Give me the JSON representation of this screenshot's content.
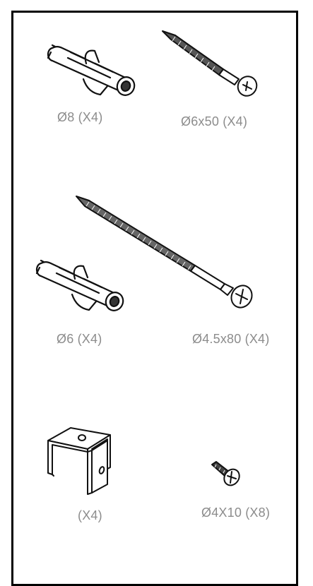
{
  "parts": [
    {
      "icon": "wall-plug-icon",
      "label": "Ø8 (X4)"
    },
    {
      "icon": "screw-icon",
      "label": "Ø6x50 (X4)"
    },
    {
      "icon": "long-screw-icon",
      "label": "Ø4.5x80 (X4)"
    },
    {
      "icon": "wall-plug-icon",
      "label": "Ø6 (X4)"
    },
    {
      "icon": "u-bracket-icon",
      "label": "(X4)"
    },
    {
      "icon": "small-screw-icon",
      "label": "Ø4X10 (X8)"
    }
  ],
  "colors": {
    "border": "#000000",
    "label": "#8c8c8c",
    "line": "#111111"
  }
}
